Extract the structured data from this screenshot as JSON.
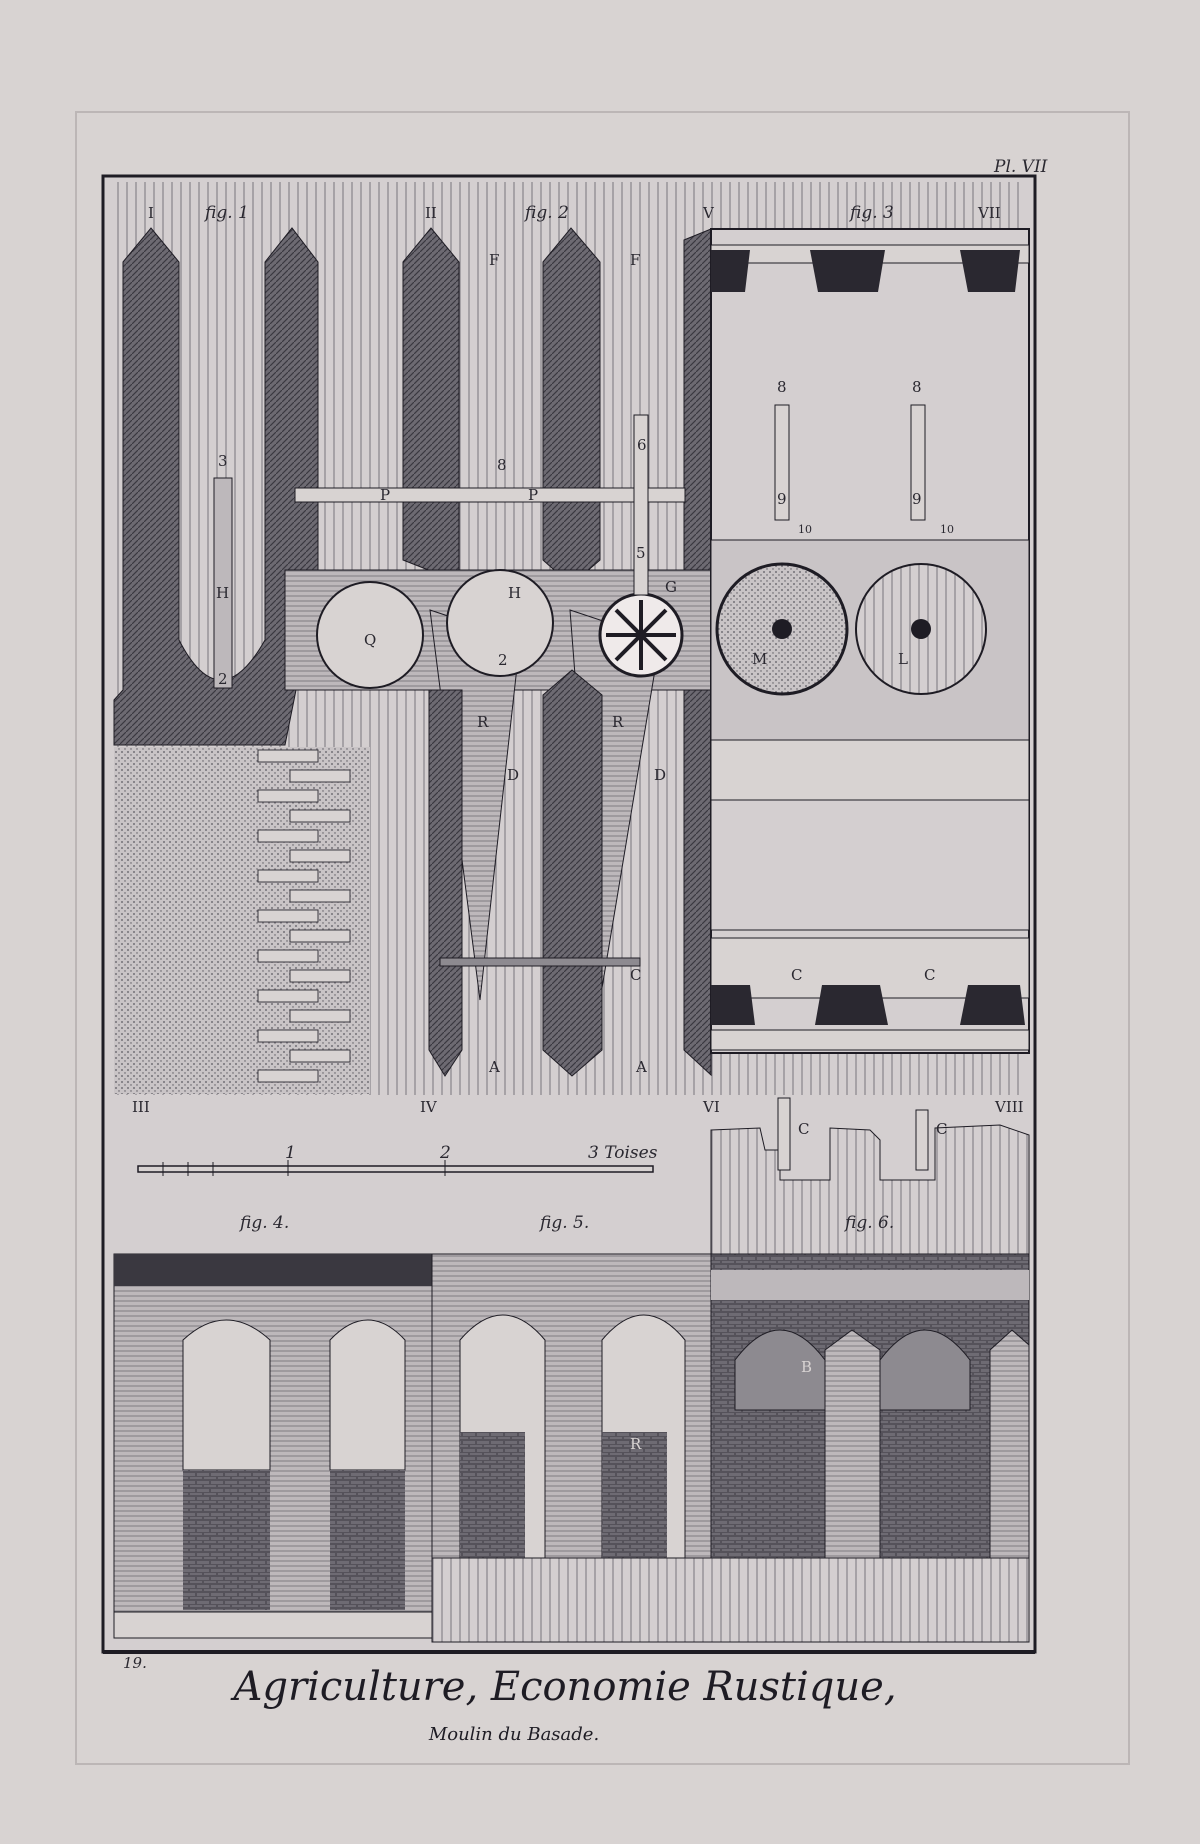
{
  "plate": {
    "plate_number": "Pl. VII",
    "page_number": "19.",
    "title": "Agriculture, Economie Rustique,",
    "subtitle": "Moulin du Basade."
  },
  "figure_labels": [
    "fig. 1",
    "fig. 2",
    "fig. 3",
    "fig. 4.",
    "fig. 5.",
    "fig. 6."
  ],
  "section_numerals": {
    "top": [
      "I",
      "II",
      "V",
      "VII"
    ],
    "bottom": [
      "III",
      "IV",
      "VI",
      "VIII"
    ]
  },
  "scale_bar": {
    "ticks": [
      "1",
      "2",
      "3 Toises"
    ]
  },
  "part_letters": {
    "fig1": [
      "3",
      "H",
      "2"
    ],
    "fig2": [
      "F",
      "F",
      "P",
      "P",
      "8",
      "6",
      "5",
      "Q",
      "H",
      "2",
      "G",
      "R",
      "R",
      "D",
      "D",
      "C",
      "A",
      "A"
    ],
    "fig3": [
      "8",
      "9",
      "10",
      "8",
      "9",
      "10",
      "M",
      "L",
      "C",
      "C"
    ],
    "fig6": [
      "C",
      "C",
      "B"
    ],
    "fig5": [
      "R"
    ]
  },
  "colors": {
    "paper": "#d8d3d2",
    "ink": "#2a2830",
    "dark": "#3a3840",
    "mid": "#8d8a90"
  }
}
